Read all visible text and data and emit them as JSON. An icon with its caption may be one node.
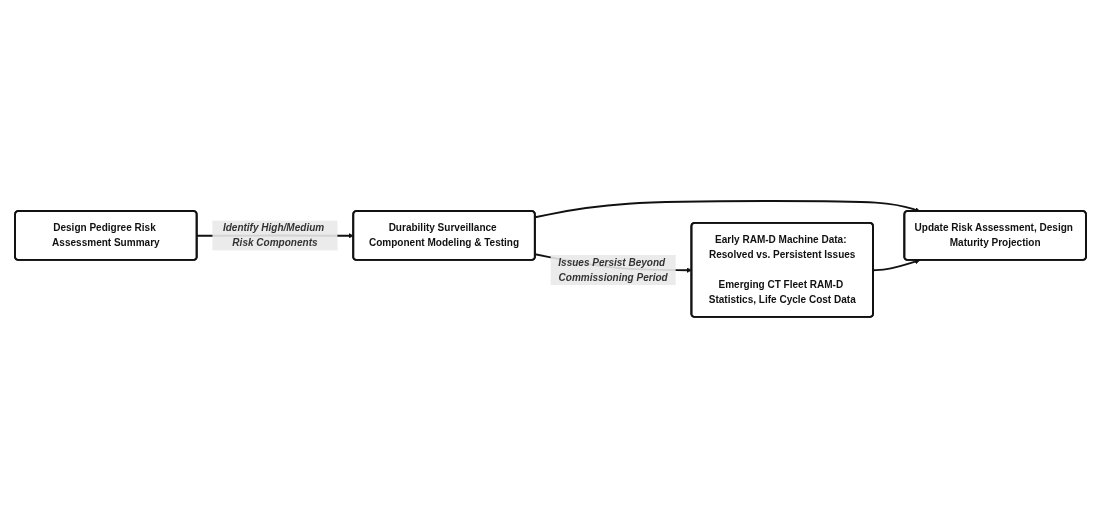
{
  "diagram": {
    "nodes": [
      {
        "text": [
          "Design Pedigree Risk Assessment Summary"
        ]
      },
      {
        "text": [
          "Durability Surveillance Component Modeling & Testing"
        ]
      },
      {
        "text": [
          "Early RAM-D Machine Data: Resolved vs. Persistent Issues",
          "Emerging CT Fleet RAM-D Statistics, Life Cycle Cost Data"
        ]
      },
      {
        "text": [
          "Update Risk Assessment, Design Maturity Projection"
        ]
      }
    ],
    "edges": [
      {
        "from": 0,
        "to": 1,
        "arrow": "to",
        "label": "Identify High/Medium Risk Components"
      },
      {
        "from": 1,
        "to": 2,
        "arrow": "to",
        "label": "Issues Persist Beyond Commissioning Period"
      },
      {
        "from": 1,
        "to": 3,
        "arrow": "to"
      },
      {
        "from": 2,
        "to": 3,
        "arrow": "to"
      }
    ]
  }
}
